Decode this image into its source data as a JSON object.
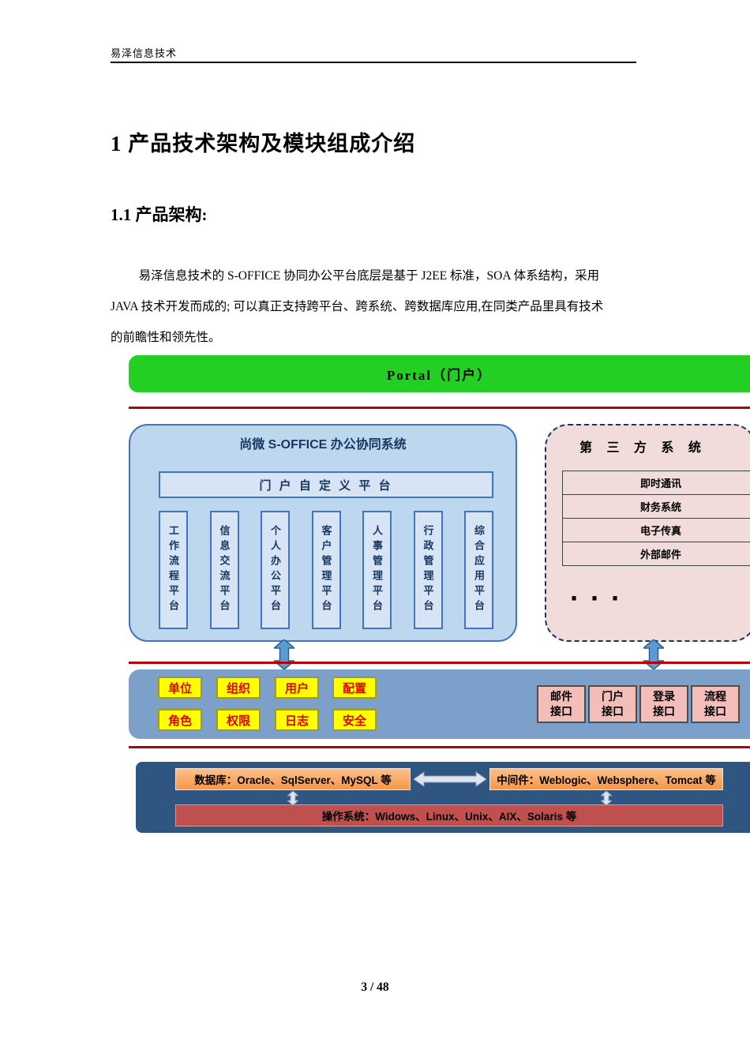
{
  "page": {
    "header": "易泽信息技术",
    "footer": {
      "page": "3",
      "sep": " / ",
      "total": "48"
    }
  },
  "headings": {
    "h1": "1  产品技术架构及模块组成介绍",
    "h2": "1.1 产品架构:"
  },
  "paragraph": {
    "line1": "易泽信息技术的 S-OFFICE 协同办公平台底层是基于 J2EE 标准，SOA 体系结构，采用",
    "line2": "JAVA 技术开发而成的; 可以真正支持跨平台、跨系统、跨数据库应用,在同类产品里具有技术",
    "line3": "的前瞻性和领先性。"
  },
  "diagram": {
    "portal_label": "Portal（门户）",
    "soffice": {
      "title": "尚微 S-OFFICE 办公协同系统",
      "portal_platform": "门 户 自 定 义 平 台",
      "modules": [
        "工作流程平台",
        "信息交流平台",
        "个人办公平台",
        "客户管理平台",
        "人事管理平台",
        "行政管理平台",
        "综合应用平台"
      ]
    },
    "third_party": {
      "title": "第 三 方 系 统",
      "items": [
        "即时通讯",
        "财务系统",
        "电子传真",
        "外部邮件"
      ],
      "dots": "···"
    },
    "base_platform": {
      "yellow_row1": [
        "单位",
        "组织",
        "用户",
        "配置"
      ],
      "yellow_row2": [
        "角色",
        "权限",
        "日志",
        "安全"
      ],
      "interfaces": [
        "邮件接口",
        "门户接口",
        "登录接口",
        "流程接口"
      ]
    },
    "infrastructure": {
      "database": "数据库：Oracle、SqlServer、MySQL 等",
      "middleware": "中间件：Weblogic、Websphere、Tomcat 等",
      "os": "操作系统：Widows、Linux、Unix、AIX、Solaris 等"
    },
    "colors": {
      "portal_green": "#22cf22",
      "separator_red": "#b30000",
      "soffice_blue": "#bdd7ee",
      "third_party_pink": "#f1dcdb",
      "mid_bar_blue": "#7da0cb",
      "yellow_box": "#ffff00",
      "interface_pink": "#f3bdb9",
      "infra_dark_blue": "#2f5680",
      "db_orange": "#f79646",
      "os_red": "#c0504d"
    }
  }
}
